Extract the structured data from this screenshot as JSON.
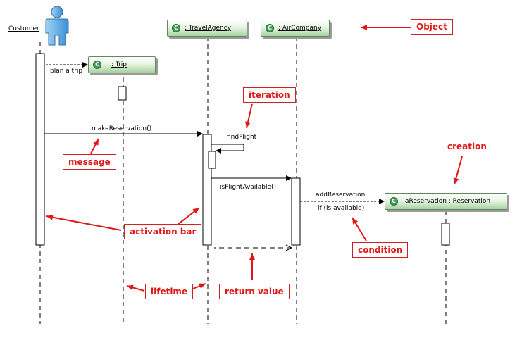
{
  "actor": {
    "name": "Customer"
  },
  "objects": {
    "travel_agency": {
      "label": ": TravelAgency",
      "icon": "class-icon"
    },
    "air_company": {
      "label": ": AirCompany",
      "icon": "class-icon"
    },
    "trip": {
      "label": ": Trip",
      "icon": "class-icon"
    },
    "reservation": {
      "label": "aReservation : Reservation",
      "icon": "class-icon"
    }
  },
  "messages": {
    "plan_trip": "plan a trip",
    "make_reservation": "makeReservation()",
    "find_flight": "findFlight",
    "is_flight_available": "isFlightAvailable()",
    "add_reservation": "addReservation",
    "condition": "if (is available)"
  },
  "annotations": {
    "object": "Object",
    "iteration": "iteration",
    "creation": "creation",
    "message": "message",
    "activation_bar": "activation bar",
    "condition": "condition",
    "lifetime": "lifetime",
    "return_value": "return value"
  },
  "icon_glyph": "C",
  "colors": {
    "annotation": "#e01818",
    "object_fill": "#c9e6c1",
    "actor": "#5aa9e6"
  }
}
